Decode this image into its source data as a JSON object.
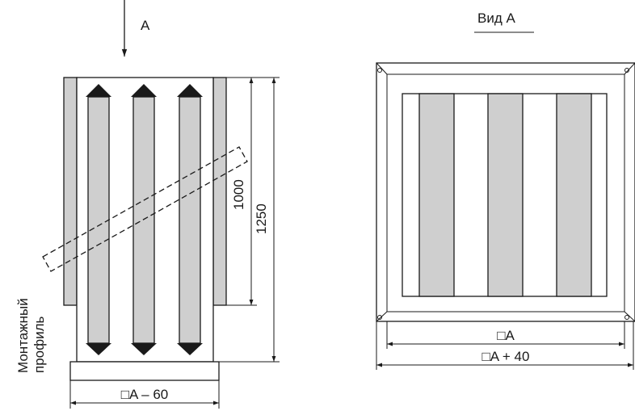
{
  "labels": {
    "view_arrow": "A",
    "view_title": "Вид А",
    "mounting_line1": "Монтажный",
    "mounting_line2": "профиль",
    "dim_1000": "1000",
    "dim_1250": "1250",
    "dim_a_minus_60": "□A – 60",
    "dim_a": "□A",
    "dim_a_plus_40": "□A + 40"
  },
  "colors": {
    "line": "#1a1a1a",
    "fill_gray": "#cfcfcf",
    "background": "#ffffff"
  }
}
